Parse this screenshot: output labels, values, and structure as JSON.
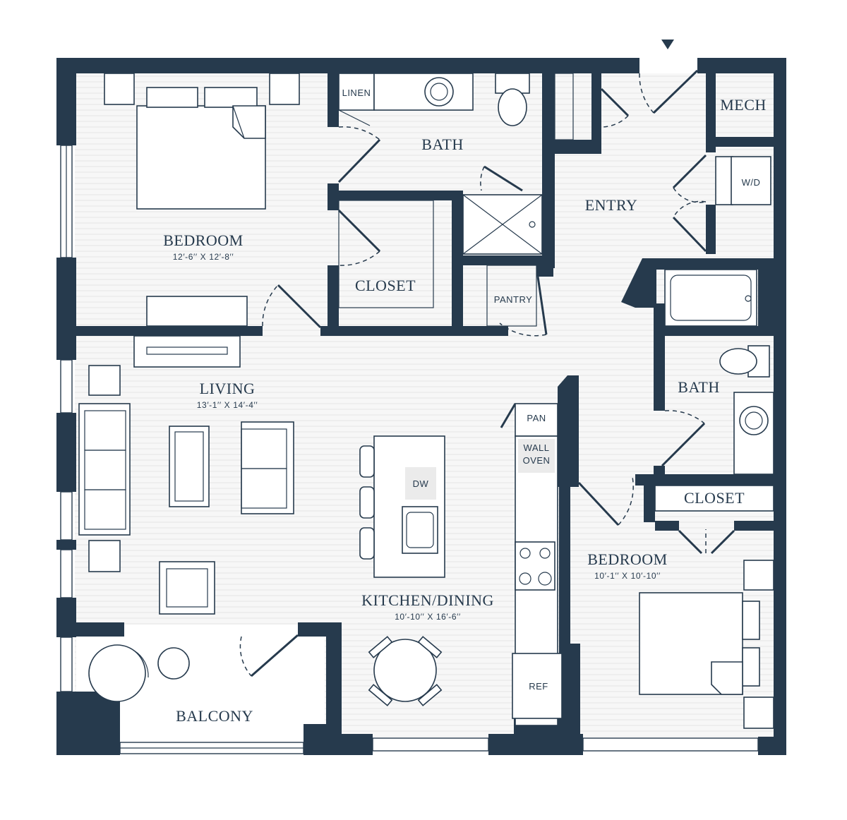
{
  "rooms": {
    "bedroom_main": {
      "name": "BEDROOM",
      "dimensions": "12′-6′′ X 12′-8′′"
    },
    "bath_main": {
      "name": "BATH"
    },
    "linen": {
      "name": "LINEN"
    },
    "closet_main": {
      "name": "CLOSET"
    },
    "pantry": {
      "name": "PANTRY"
    },
    "entry": {
      "name": "ENTRY"
    },
    "mech": {
      "name": "MECH"
    },
    "wd": {
      "name": "W/D"
    },
    "living": {
      "name": "LIVING",
      "dimensions": "13′-1′′ X 14′-4′′"
    },
    "kitchen": {
      "name": "KITCHEN/DINING",
      "dimensions": "10′-10′′ X 16′-6′′"
    },
    "bath_second": {
      "name": "BATH"
    },
    "closet_second": {
      "name": "CLOSET"
    },
    "bedroom_second": {
      "name": "BEDROOM",
      "dimensions": "10′-1′′ X 10′-10′′"
    },
    "balcony": {
      "name": "BALCONY"
    }
  },
  "fixtures": {
    "pan": "PAN",
    "wall_oven_line1": "WALL",
    "wall_oven_line2": "OVEN",
    "dw": "DW",
    "ref": "REF"
  },
  "colors": {
    "wall": "#263a4d",
    "floor": "#f7f7f7",
    "appliance": "#ebebeb"
  },
  "icons": {
    "entry_marker": "entry-arrow-icon"
  }
}
